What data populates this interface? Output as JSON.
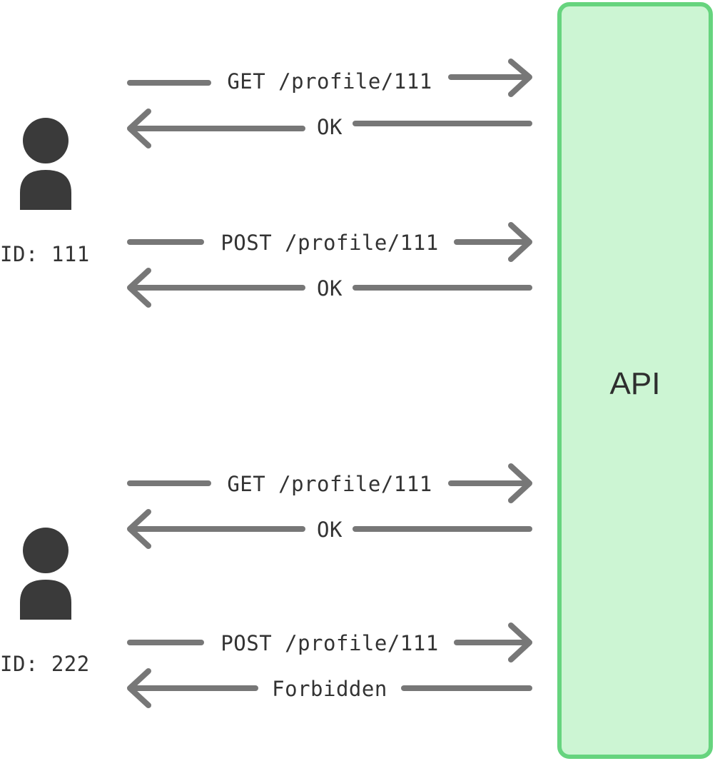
{
  "api": {
    "label": "API",
    "fill_color": "#ccf5d3",
    "border_color": "#66d47e"
  },
  "users": [
    {
      "id_label": "ID: 111",
      "messages": [
        {
          "direction": "request",
          "text": "GET /profile/111"
        },
        {
          "direction": "response",
          "text": "OK"
        },
        {
          "direction": "request",
          "text": "POST /profile/111"
        },
        {
          "direction": "response",
          "text": "OK"
        }
      ]
    },
    {
      "id_label": "ID: 222",
      "messages": [
        {
          "direction": "request",
          "text": "GET /profile/111"
        },
        {
          "direction": "response",
          "text": "OK"
        },
        {
          "direction": "request",
          "text": "POST /profile/111"
        },
        {
          "direction": "response",
          "text": "Forbidden"
        }
      ]
    }
  ],
  "colors": {
    "arrow": "#777777",
    "person": "#3a3a3a",
    "text": "#333333"
  }
}
